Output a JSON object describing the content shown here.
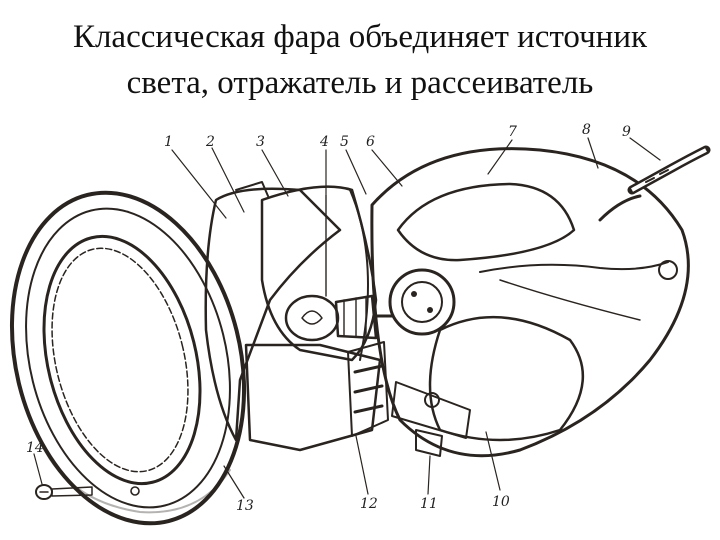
{
  "slide": {
    "title_line1": "Классическая фара объединяет источник",
    "title_line2": "света, отражатель и рассеиватель"
  },
  "diagram": {
    "callouts": [
      "1",
      "2",
      "3",
      "4",
      "5",
      "6",
      "7",
      "8",
      "9",
      "10",
      "11",
      "12",
      "13",
      "14"
    ],
    "colors": {
      "ink": "#2a2420",
      "paper": "#ffffff"
    }
  }
}
